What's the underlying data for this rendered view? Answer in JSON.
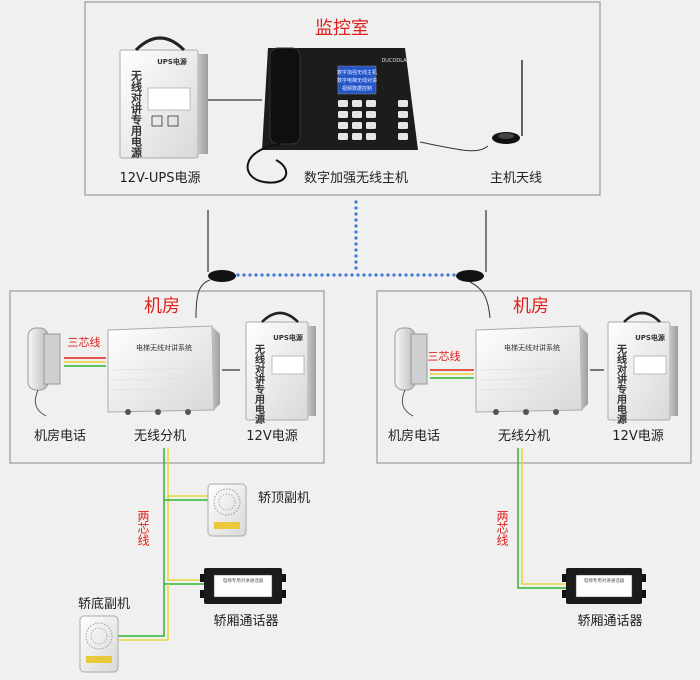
{
  "monitor_room": {
    "title": "监控室",
    "ups_label": "12V-UPS电源",
    "host_label": "数字加强无线主机",
    "antenna_label": "主机天线",
    "ups_device_text": "无线对讲专用电源",
    "ups_device_top": "UPS电源",
    "host_brand": "DUCODLA",
    "host_screen_line1": "数字加强无线主机",
    "host_screen_line2": "数字电梯无线对讲",
    "host_screen_line3": "视频数据控制"
  },
  "machine_room_left": {
    "title": "机房",
    "phone_label": "机房电话",
    "splitter_label": "无线分机",
    "power_label": "12V电源",
    "wire_label": "三芯线",
    "splitter_device_text": "电梯无线对讲系统",
    "power_device_text": "无线对讲专用电源",
    "power_device_top": "UPS电源"
  },
  "machine_room_right": {
    "title": "机房",
    "phone_label": "机房电话",
    "splitter_label": "无线分机",
    "power_label": "12V电源",
    "wire_label": "三芯线",
    "splitter_device_text": "电梯无线对讲系统",
    "power_device_text": "无线对讲专用电源",
    "power_device_top": "UPS电源"
  },
  "car_left": {
    "wire_label": "两芯线",
    "top_unit_label": "轿顶副机",
    "bottom_unit_label": "轿底副机",
    "intercom_label": "轿厢通话器",
    "intercom_device_text": "电梯专用对讲通话器"
  },
  "car_right": {
    "wire_label": "两芯线",
    "intercom_label": "轿厢通话器",
    "intercom_device_text": "电梯专用对讲通话器"
  },
  "colors": {
    "title_red": "#e0201c",
    "wire_green": "#2db52d",
    "wire_yellow": "#e8d43a",
    "wire_red": "#e0201c",
    "dot_blue": "#3a78d8",
    "box_border": "#9a9a9a"
  }
}
